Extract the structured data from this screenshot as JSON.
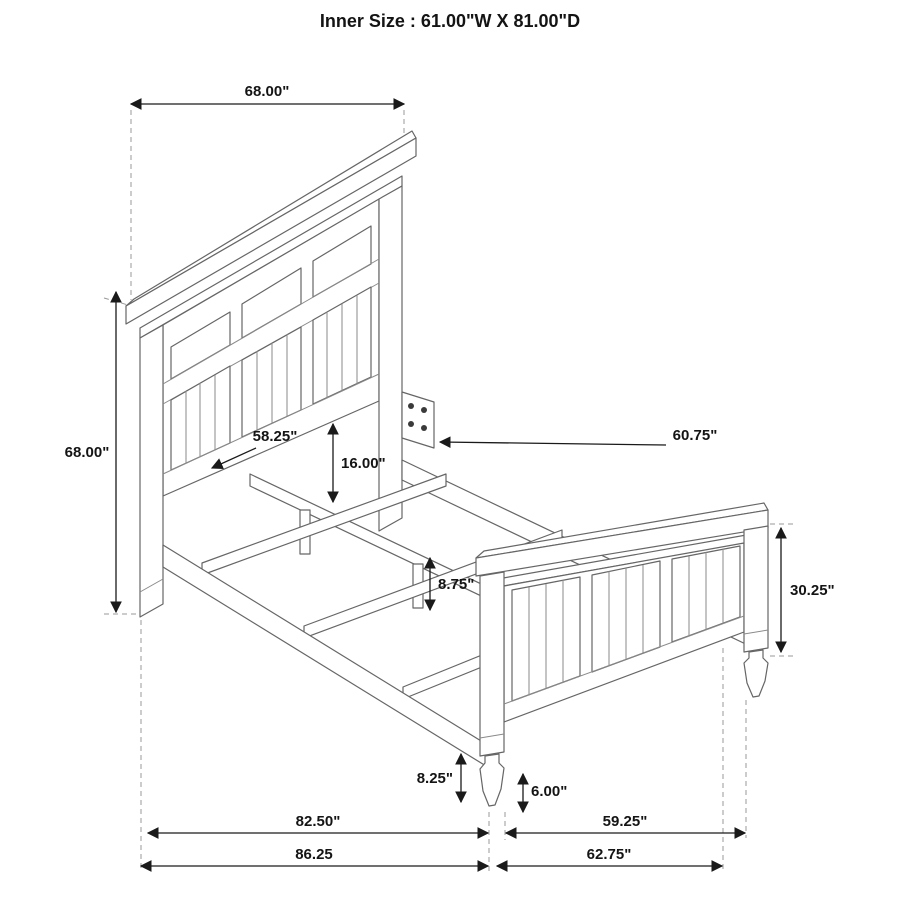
{
  "title": "Inner Size : 61.00\"W X 81.00\"D",
  "dimensions": {
    "headboard_width": "68.00\"",
    "headboard_height": "68.00\"",
    "headboard_inner_width": "58.25\"",
    "rail_height": "16.00\"",
    "side_rail_length": "60.75\"",
    "center_leg_height": "8.75\"",
    "footboard_height": "30.25\"",
    "foot_height": "8.25\"",
    "foot_turning_height": "6.00\"",
    "inner_length": "82.50\"",
    "overall_length": "86.25",
    "footboard_inner_width": "59.25\"",
    "footboard_width": "62.75\""
  }
}
